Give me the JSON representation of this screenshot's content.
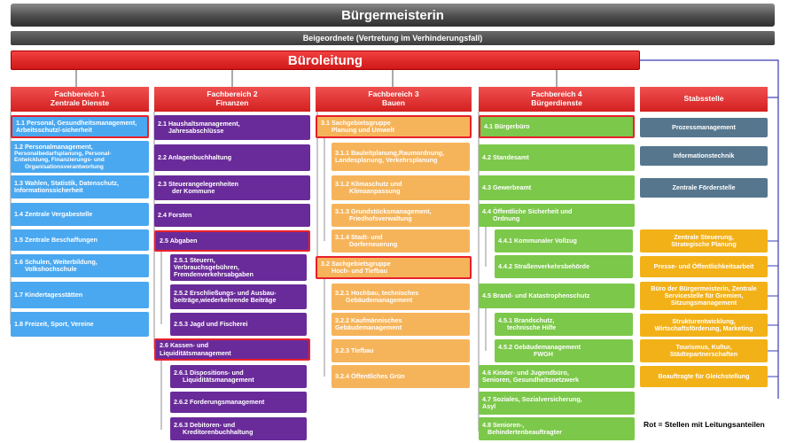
{
  "top": {
    "mayor": "Bürgermeisterin",
    "deputy": "Beigeordnete (Vertretung im Verhinderungsfall)",
    "office": "Büroleitung"
  },
  "columns": [
    {
      "head": [
        "Fachbereich 1",
        "Zentrale Dienste"
      ],
      "items": [
        [
          "1.1 Personal,   Gesundheitsmanagement,",
          "Arbeitsschutz/-sicherheit"
        ],
        [
          "1.2 Personalmanagement,",
          "Personalbedarfsplanung, Personal-",
          "Entwicklung, Finanzierungs- und",
          "Organisationsverantwortung"
        ],
        [
          "1.3 Wahlen, Statistik,      Datenschutz,",
          "Informationssicherheit"
        ],
        [
          "1.4 Zentrale Vergabestelle"
        ],
        [
          "1.5 Zentrale Beschaffungen"
        ],
        [
          "1.6 Schulen, Weiterbildung,",
          "Volkshochschule"
        ],
        [
          "1.7 Kindertagesstätten"
        ],
        [
          "1.8 Freizeit, Sport, Vereine"
        ]
      ]
    },
    {
      "head": [
        "Fachbereich 2",
        "Finanzen"
      ],
      "items": [
        [
          "2.1 Haushaltsmanagement,",
          "Jahresabschlüsse"
        ],
        [
          "2.2 Anlagenbuchhaltung"
        ],
        [
          "2.3 Steuerangelegenheiten",
          "der Kommune"
        ],
        [
          "2.4 Forsten"
        ],
        [
          "2.5 Abgaben"
        ],
        [
          "2.5.1  Steuern,",
          "Verbrauchsgebühren,",
          "Fremdenverkehrsabgaben"
        ],
        [
          "2.5.2 Erschließungs- und Ausbau-",
          "beiträge,wiederkehrende Beiträge"
        ],
        [
          "2.5.3  Jagd und Fischerei"
        ],
        [
          "2.6 Kassen- und",
          "Liquiditätsmanagement"
        ],
        [
          "2.6.1  Dispositions- und",
          "Liquiditätsmanagement"
        ],
        [
          "2.6.2  Forderungsmanagement"
        ],
        [
          "2.6.3  Debitoren- und",
          "Kreditorenbuchhaltung"
        ]
      ]
    },
    {
      "head": [
        "Fachbereich 3",
        "Bauen"
      ],
      "items": [
        [
          "3.1 Sachgebietsgruppe",
          "Planung und Umwelt"
        ],
        [
          "3.1.1  Bauleitplanung,Raumordnung,",
          "Landesplanung,      Verkehrsplanung"
        ],
        [
          "3.1.2 Klimaschutz und",
          "Klimaanpassung"
        ],
        [
          "3.1.3 Grundstücksmanagement,",
          "Friedhofsverwaltung"
        ],
        [
          "3.1.4  Stadt- und",
          "Dorferneuerung"
        ],
        [
          "3.2 Sachgebietsgruppe",
          "Hoch- und Tiefbau"
        ],
        [
          "3.2.1 Hochbau, technisches",
          "Gebäudemanagement"
        ],
        [
          "3.2.2 Kaufmännisches",
          "Gebäudemanagement"
        ],
        [
          "3.2.3 Tiefbau"
        ],
        [
          "3.2.4 Öffentliches Grün"
        ]
      ]
    },
    {
      "head": [
        "Fachbereich 4",
        "Bürgerdienste"
      ],
      "items": [
        [
          "4.1 Bürgerbüro"
        ],
        [
          "4.2 Standesamt"
        ],
        [
          "4.3 Gewerbeamt"
        ],
        [
          "4.4 Öffentliche Sicherheit und",
          "Ordnung"
        ],
        [
          "4.4.1 Kommunaler Vollzug"
        ],
        [
          "4.4.2 Straßenverkehrsbehörde"
        ],
        [
          "4.5 Brand- und Katastrophenschutz"
        ],
        [
          "4.5.1 Brandschutz,",
          "technische Hilfe"
        ],
        [
          "4.5.2 Gebäudemanagement",
          "FWGH"
        ],
        [
          "4.6 Kinder- und Jugendbüro,",
          "Senioren, Gesundheitsnetzwerk"
        ],
        [
          "4.7 Soziales, Sozialversicherung,",
          "Asyl"
        ],
        [
          "4.8 Senioren-,",
          "Behindertenbeauftragter"
        ]
      ]
    },
    {
      "head": [
        "Stabsstelle"
      ],
      "items": [
        [
          "Prozessmanagement"
        ],
        [
          "Informationstechnik"
        ],
        [
          "Zentrale Förderstelle"
        ],
        [
          "Zentrale Steuerung,",
          "Strategische Planung"
        ],
        [
          "Presse- und Öffentlichkeitsarbeit"
        ],
        [
          "Büro der Bürgermeisterin, Zentrale",
          "Servicestelle für Gremien,",
          "Sitzungsmanagement"
        ],
        [
          "Strukturentwicklung,",
          "Wirtschaftsförderung, Marketing"
        ],
        [
          "Tourismus, Kultur,",
          "Städtepartnerschaften"
        ],
        [
          "Beauftragte für Gleichstellung"
        ]
      ]
    }
  ],
  "legend": "Rot = Stellen mit Leitungsanteilen",
  "colors": {
    "fb1": "#4aa8f0",
    "fb2": "#6a2b9a",
    "fb3": "#f6b45a",
    "fb4": "#7cc84a",
    "staff_top": "#56768e",
    "staff_bottom": "#f3b118",
    "lead_border": "#e8202a",
    "connector": "#3b3bb0"
  }
}
